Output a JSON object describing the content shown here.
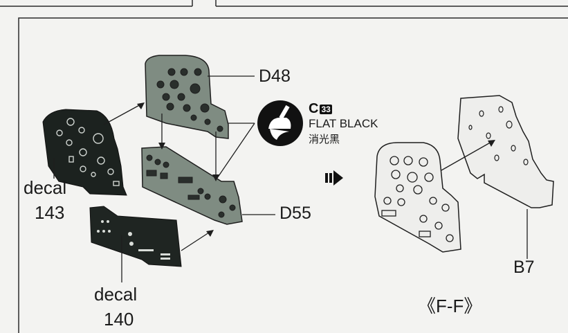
{
  "labels": {
    "d48": "D48",
    "d55": "D55",
    "b7": "B7",
    "decal_a_word": "decal",
    "decal_a_num": "143",
    "decal_b_word": "decal",
    "decal_b_num": "140",
    "view": "《F-F》"
  },
  "paint": {
    "letter": "C",
    "number": "33",
    "name": "FLAT BLACK",
    "name_cn": "消光黑",
    "icon": "paint-brush-icon"
  },
  "colors": {
    "background": "#f3f3f1",
    "line": "#222222",
    "panel_part": "#7f8c82",
    "decal_dark": "#1c221f",
    "resin_grey": "#8d958f"
  }
}
